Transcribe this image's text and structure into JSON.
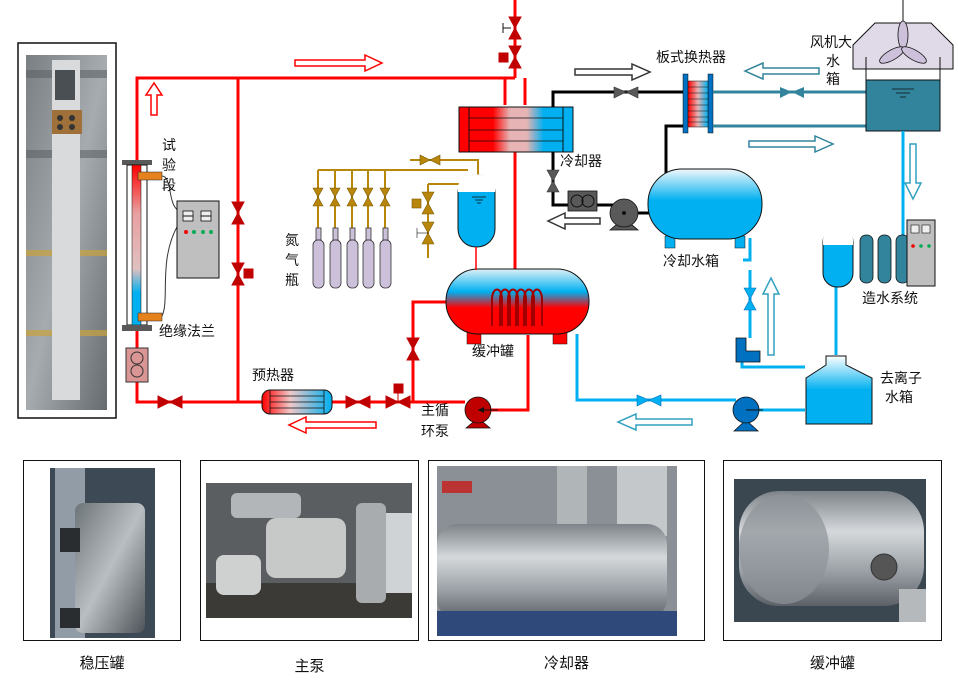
{
  "title": "试验回路系统流程示意图",
  "labels": {
    "test_section": "试验段",
    "insulating_flange": "绝缘法兰",
    "nitrogen_bottles": "氮气瓶",
    "preheater": "预热器",
    "main_pump": "主循环泵",
    "buffer_tank": "缓冲罐",
    "cooler": "冷却器",
    "plate_heat_exchanger": "板式换热器",
    "fan_big_tank": "风机大水箱",
    "cooling_water_tank": "冷却水箱",
    "water_making_system": "造水系统",
    "deionized_tank": "去离子水箱"
  },
  "photos": [
    {
      "id": "test-section-photo",
      "caption": ""
    },
    {
      "id": "pressurizer-photo",
      "caption": "稳压罐"
    },
    {
      "id": "main-pump-photo",
      "caption": "主泵"
    },
    {
      "id": "cooler-photo",
      "caption": "冷却器"
    },
    {
      "id": "buffer-tank-photo",
      "caption": "缓冲罐"
    }
  ],
  "colors": {
    "hot_line": "#ff0000",
    "cold_line": "#00b0f0",
    "tower_line": "#31849b",
    "gas_line": "#b8860b",
    "black_line": "#000000",
    "valve_red": "#c00000",
    "valve_gold": "#b8860b",
    "valve_blue": "#00b0f0",
    "pump_red": "#c00000",
    "pump_blue": "#0070c0",
    "pump_gray": "#595959",
    "bottle": "#ccc0da",
    "fan_hood": "#e0dae8",
    "tower_water": "#31849b",
    "panel_gray": "#bfbfbf"
  }
}
